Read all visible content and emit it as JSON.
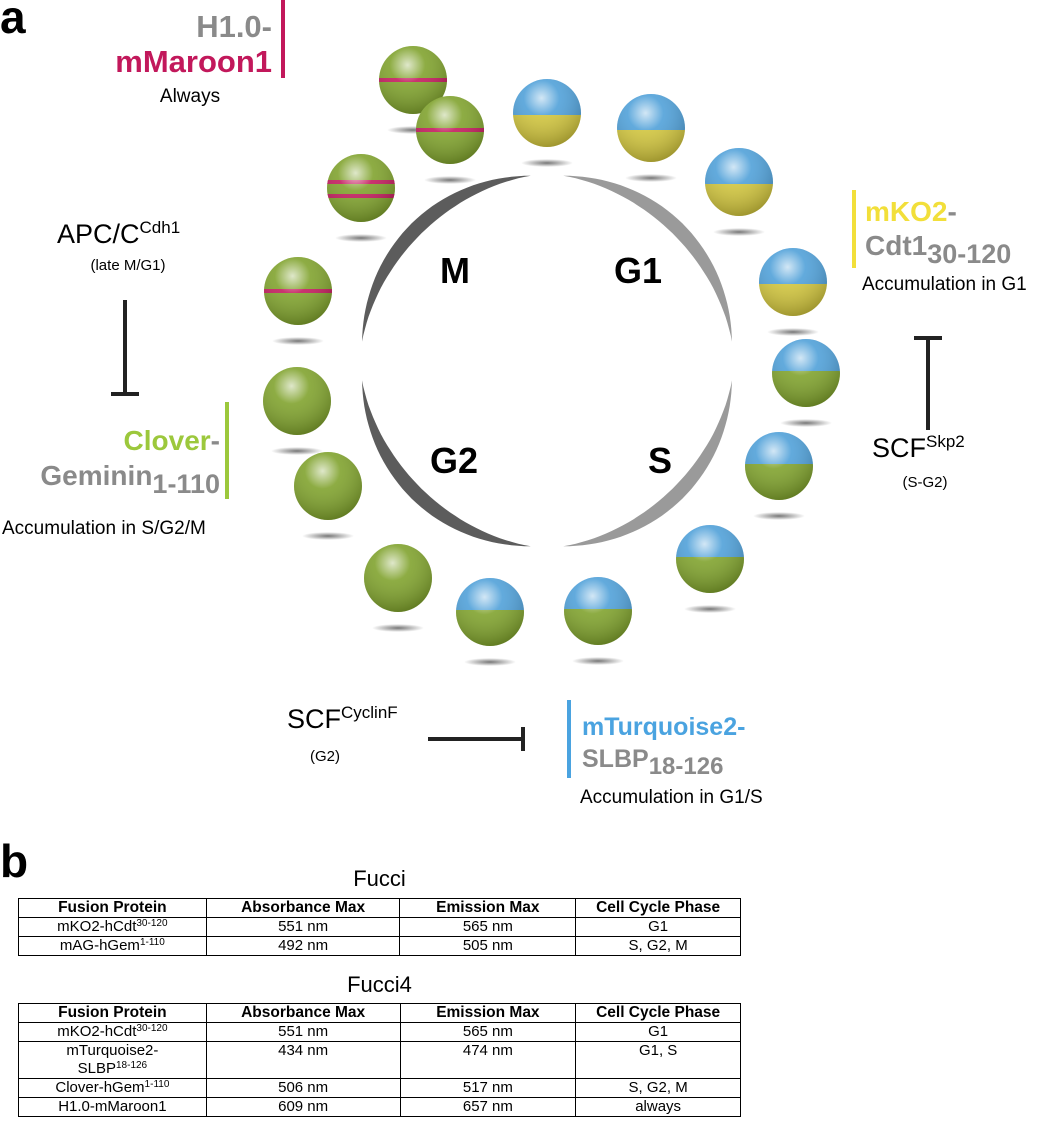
{
  "panels": {
    "a": "a",
    "b": "b"
  },
  "phases": {
    "m": "M",
    "g1": "G1",
    "g2": "G2",
    "s": "S"
  },
  "labels": {
    "h1": {
      "line1": "H1.0-",
      "line2": "mMaroon1",
      "note": "Always",
      "color": "#c2185b"
    },
    "mko2": {
      "name": "mKO2",
      "dash": "-",
      "line2": "Cdt1",
      "sub": "30-120",
      "note": "Accumulation in G1",
      "color": "#f2df3a"
    },
    "clover": {
      "name": "Clover",
      "dash": "-",
      "line2": "Geminin",
      "sub": "1-110",
      "note": "Accumulation in S/G2/M",
      "color": "#9cc83c"
    },
    "turq": {
      "name": "mTurquoise2-",
      "line2": "SLBP",
      "sub": "18-126",
      "note": "Accumulation in G1/S",
      "color": "#4aa3e0"
    }
  },
  "regulators": {
    "apc": {
      "base": "APC/C",
      "sup": "Cdh1",
      "note": "(late M/G1)"
    },
    "skp2": {
      "base": "SCF",
      "sup": "Skp2",
      "note": "(S-G2)"
    },
    "cyclinf": {
      "base": "SCF",
      "sup": "CyclinF",
      "note": "(G2)"
    }
  },
  "spheres": [
    {
      "type": "maroon-stripe"
    },
    {
      "type": "maroon-stripe"
    },
    {
      "type": "blue-yellow"
    },
    {
      "type": "blue-yellow"
    },
    {
      "type": "blue-yellow"
    },
    {
      "type": "blue-yellow"
    },
    {
      "type": "blue-green"
    },
    {
      "type": "blue-green"
    },
    {
      "type": "blue-green"
    },
    {
      "type": "blue-green"
    },
    {
      "type": "blue-green"
    },
    {
      "type": "green"
    },
    {
      "type": "green"
    },
    {
      "type": "green"
    },
    {
      "type": "maroon-stripe"
    },
    {
      "type": "maroon-stripe-double"
    }
  ],
  "colors": {
    "green": "#7ea12a",
    "blue": "#4d9fd8",
    "yellow": "#cfc33a",
    "maroon": "#c2185b",
    "arc": "#6d6d6d"
  },
  "fucci": {
    "title": "Fucci",
    "headers": [
      "Fusion Protein",
      "Absorbance Max",
      "Emission Max",
      "Cell Cycle Phase"
    ],
    "rows": [
      {
        "name": "mKO2-hCdt",
        "sup": "30-120",
        "abs": "551 nm",
        "em": "565 nm",
        "phase": "G1"
      },
      {
        "name": "mAG-hGem",
        "sup": "1-110",
        "abs": "492 nm",
        "em": "505 nm",
        "phase": "S, G2, M"
      }
    ]
  },
  "fucci4": {
    "title": "Fucci4",
    "headers": [
      "Fusion Protein",
      "Absorbance Max",
      "Emission Max",
      "Cell Cycle Phase"
    ],
    "rows": [
      {
        "name": "mKO2-hCdt",
        "sup": "30-120",
        "abs": "551 nm",
        "em": "565 nm",
        "phase": "G1"
      },
      {
        "name": "mTurquoise2-",
        "name2": "SLBP",
        "sup": "18-126",
        "abs": "434 nm",
        "em": "474 nm",
        "phase": "G1, S"
      },
      {
        "name": "Clover-hGem",
        "sup": "1-110",
        "abs": "506 nm",
        "em": "517 nm",
        "phase": "S, G2, M"
      },
      {
        "name": "H1.0-mMaroon1",
        "sup": "",
        "abs": "609 nm",
        "em": "657 nm",
        "phase": "always"
      }
    ]
  }
}
